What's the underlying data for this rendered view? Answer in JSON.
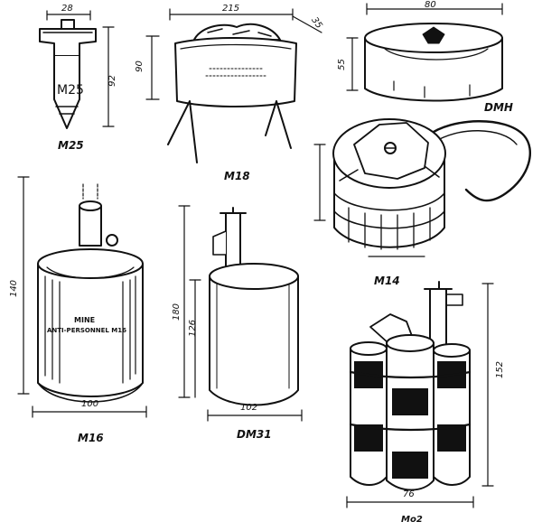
{
  "items": {
    "m25": {
      "caption": "M25",
      "body_text": "M25",
      "width_dim": "28",
      "height_dim": "92"
    },
    "m18": {
      "caption": "M18",
      "width_dim": "215",
      "height_dim": "90",
      "depth_dim": "35"
    },
    "dmh": {
      "caption": "DMH",
      "width_dim": "80",
      "height_dim": "55"
    },
    "m14": {
      "caption": "M14"
    },
    "m16": {
      "caption": "M16",
      "width_dim": "100",
      "height_dim": "140",
      "label_line1": "MINE",
      "label_line2": "ANTI-PERSONNEL M16"
    },
    "dm31": {
      "caption": "DM31",
      "width_dim": "102",
      "height_dim_outer": "180",
      "height_dim_inner": "126"
    },
    "mo2": {
      "caption": "Mo2",
      "width_dim": "76",
      "height_dim": "152"
    }
  }
}
